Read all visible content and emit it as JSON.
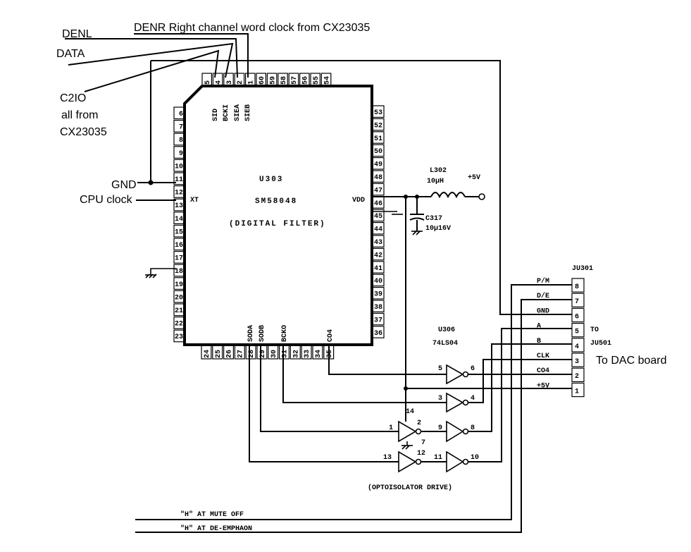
{
  "labels": {
    "denl": "DENL",
    "denr": "DENR Right channel word clock from CX23035",
    "data": "DATA",
    "c2io": "C2IO",
    "all_from_1": "all from",
    "all_from_2": "CX23035",
    "gnd": "GND",
    "cpu_clock": "CPU clock",
    "to_dac": "To DAC board"
  },
  "ic_main": {
    "ref": "U303",
    "part": "SM58048",
    "function": "(DIGITAL FILTER)",
    "pin_xt": "XT",
    "pin_vdd": "VDD",
    "top_pin_names": [
      "SID",
      "BCKI",
      "SIEA",
      "SIEB"
    ],
    "bottom_pin_names": [
      "SODA",
      "SODB",
      "BCKO",
      "CO4"
    ],
    "left_pins": [
      "6",
      "7",
      "8",
      "9",
      "10",
      "11",
      "12",
      "13",
      "14",
      "15",
      "16",
      "17",
      "18",
      "19",
      "20",
      "21",
      "22",
      "23"
    ],
    "right_pins": [
      "53",
      "52",
      "51",
      "50",
      "49",
      "48",
      "47",
      "46",
      "45",
      "44",
      "43",
      "42",
      "41",
      "40",
      "39",
      "38",
      "37",
      "36"
    ],
    "top_pins": [
      "5",
      "4",
      "3",
      "2",
      "1",
      "60",
      "59",
      "58",
      "57",
      "56",
      "55",
      "54"
    ],
    "bottom_pins": [
      "24",
      "25",
      "26",
      "27",
      "28",
      "29",
      "30",
      "31",
      "32",
      "33",
      "34",
      "35"
    ]
  },
  "inductor": {
    "ref": "L302",
    "value": "10μH"
  },
  "supply": "+5V",
  "capacitor": {
    "ref": "C317",
    "value": "10μ16V"
  },
  "inverter_ic": {
    "ref": "U306",
    "part": "74LS04",
    "vcc_pin": "14",
    "gnd_pin": "7",
    "pins": {
      "g1_in": "5",
      "g1_out": "6",
      "g2_in": "3",
      "g2_out": "4",
      "g3_in": "1",
      "g3_out": "2",
      "g4_in": "9",
      "g4_out": "8",
      "g5_in": "13",
      "g5_out": "12",
      "g6_in": "11",
      "g6_out": "10"
    },
    "caption": "(OPTOISOLATOR DRIVE)"
  },
  "connector": {
    "ref": "JU301",
    "to_ref_1": "TO",
    "to_ref_2": "JU501",
    "pins": [
      {
        "num": "8",
        "signal": "P/M"
      },
      {
        "num": "7",
        "signal": "D/E"
      },
      {
        "num": "6",
        "signal": "GND"
      },
      {
        "num": "5",
        "signal": "A"
      },
      {
        "num": "4",
        "signal": "B"
      },
      {
        "num": "3",
        "signal": "CLK"
      },
      {
        "num": "2",
        "signal": "CO4"
      },
      {
        "num": "1",
        "signal": "+5V"
      }
    ]
  },
  "bottom_notes": {
    "mute": "\"H\" AT MUTE OFF",
    "deemph": "\"H\" AT DE-EMPHAON"
  }
}
